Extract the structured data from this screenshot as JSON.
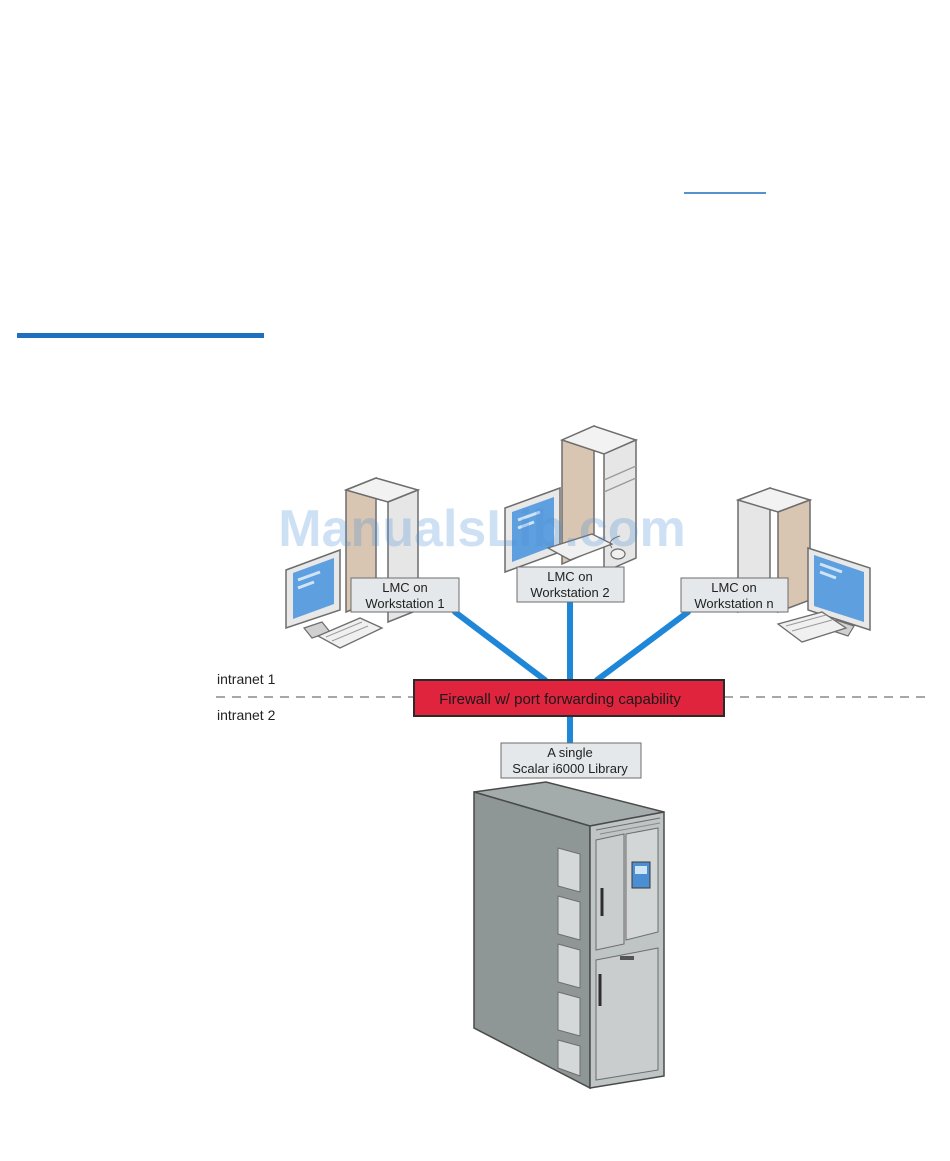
{
  "zones": {
    "upper": "intranet 1",
    "lower": "intranet 2"
  },
  "firewall": {
    "label": "Firewall w/ port forwarding capability",
    "color": "#e0243e"
  },
  "workstations": [
    {
      "line1": "LMC on",
      "line2": "Workstation 1"
    },
    {
      "line1": "LMC on",
      "line2": "Workstation 2"
    },
    {
      "line1": "LMC on",
      "line2": "Workstation n"
    }
  ],
  "library": {
    "line1": "A single",
    "line2": "Scalar i6000 Library"
  },
  "watermark": "ManualsLib.com",
  "colors": {
    "link": "#1f87d8",
    "label_bg": "#e4e8ea"
  }
}
